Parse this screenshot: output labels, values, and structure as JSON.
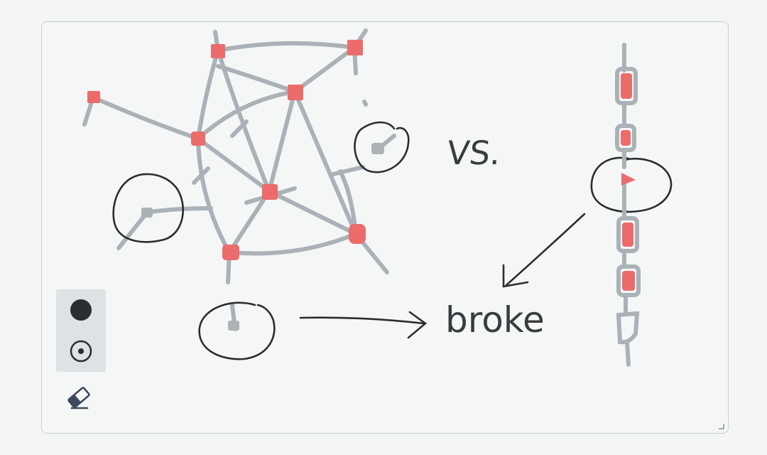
{
  "canvas": {
    "annotations": {
      "vs_label": "VS.",
      "broke_label": "broke"
    },
    "colors": {
      "edge": "#aab2b7",
      "node": "#ec6b6b",
      "ink": "#2b2d30",
      "background": "#f5f7f7",
      "border": "#c9cdd0",
      "toolbar": "#dfe2e5"
    }
  },
  "toolbar": {
    "tools": [
      {
        "name": "brush",
        "icon": "filled-circle-icon",
        "selected": false
      },
      {
        "name": "point",
        "icon": "dot-circle-icon",
        "selected": true
      },
      {
        "name": "eraser",
        "icon": "eraser-icon",
        "selected": false
      }
    ]
  }
}
